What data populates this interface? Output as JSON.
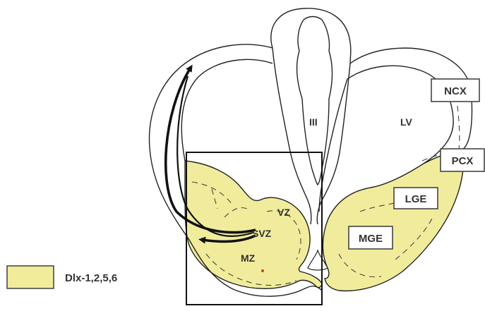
{
  "colors": {
    "yellow_fill": "#f1ec9c",
    "outline": "#222222",
    "label_text": "#333333"
  },
  "labels": {
    "ncx": "NCX",
    "pcx": "PCX",
    "lge": "LGE",
    "mge": "MGE",
    "lv": "LV",
    "third_ventricle": "III",
    "vz": "VZ",
    "svz": "SVZ",
    "mz": "MZ"
  },
  "legend": {
    "label": "Dlx-1,2,5,6"
  }
}
